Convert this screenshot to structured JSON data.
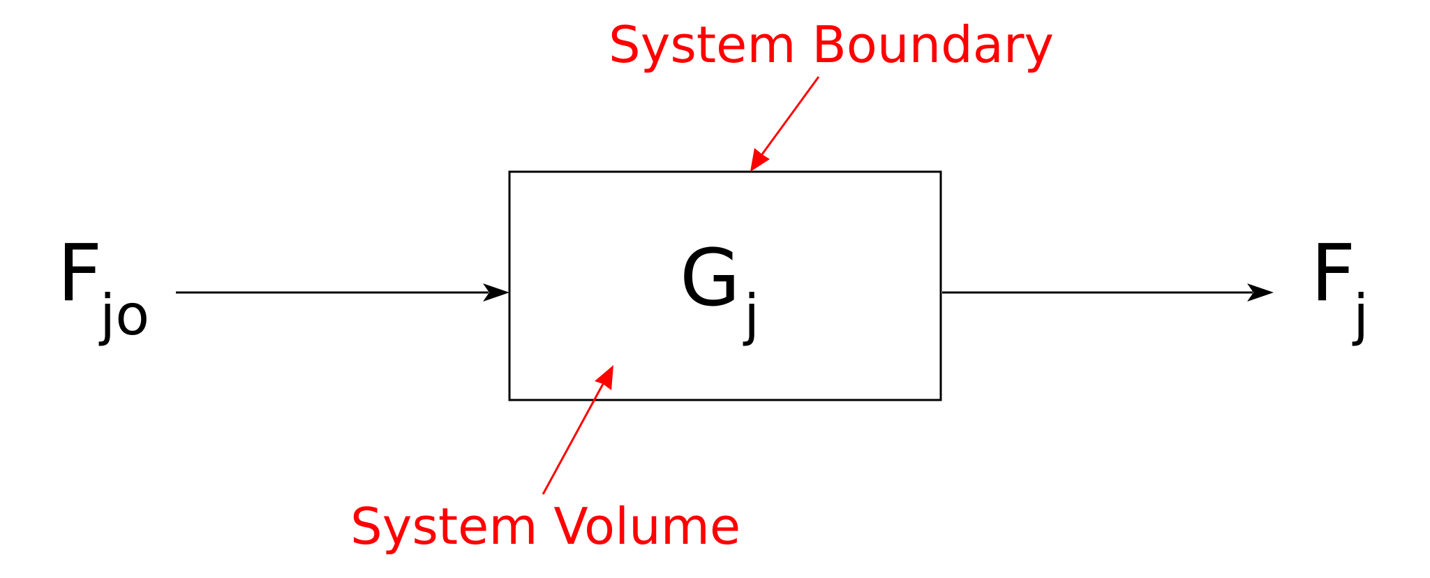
{
  "diagram": {
    "inlet": {
      "main": "F",
      "sub": "jo"
    },
    "generation": {
      "main": "G",
      "sub": "j"
    },
    "outlet": {
      "main": "F",
      "sub": "j"
    },
    "annotations": {
      "boundary": "System Boundary",
      "volume": "System Volume"
    }
  },
  "colors": {
    "ink": "#000000",
    "annotation": "#ff0000",
    "background": "#ffffff"
  }
}
